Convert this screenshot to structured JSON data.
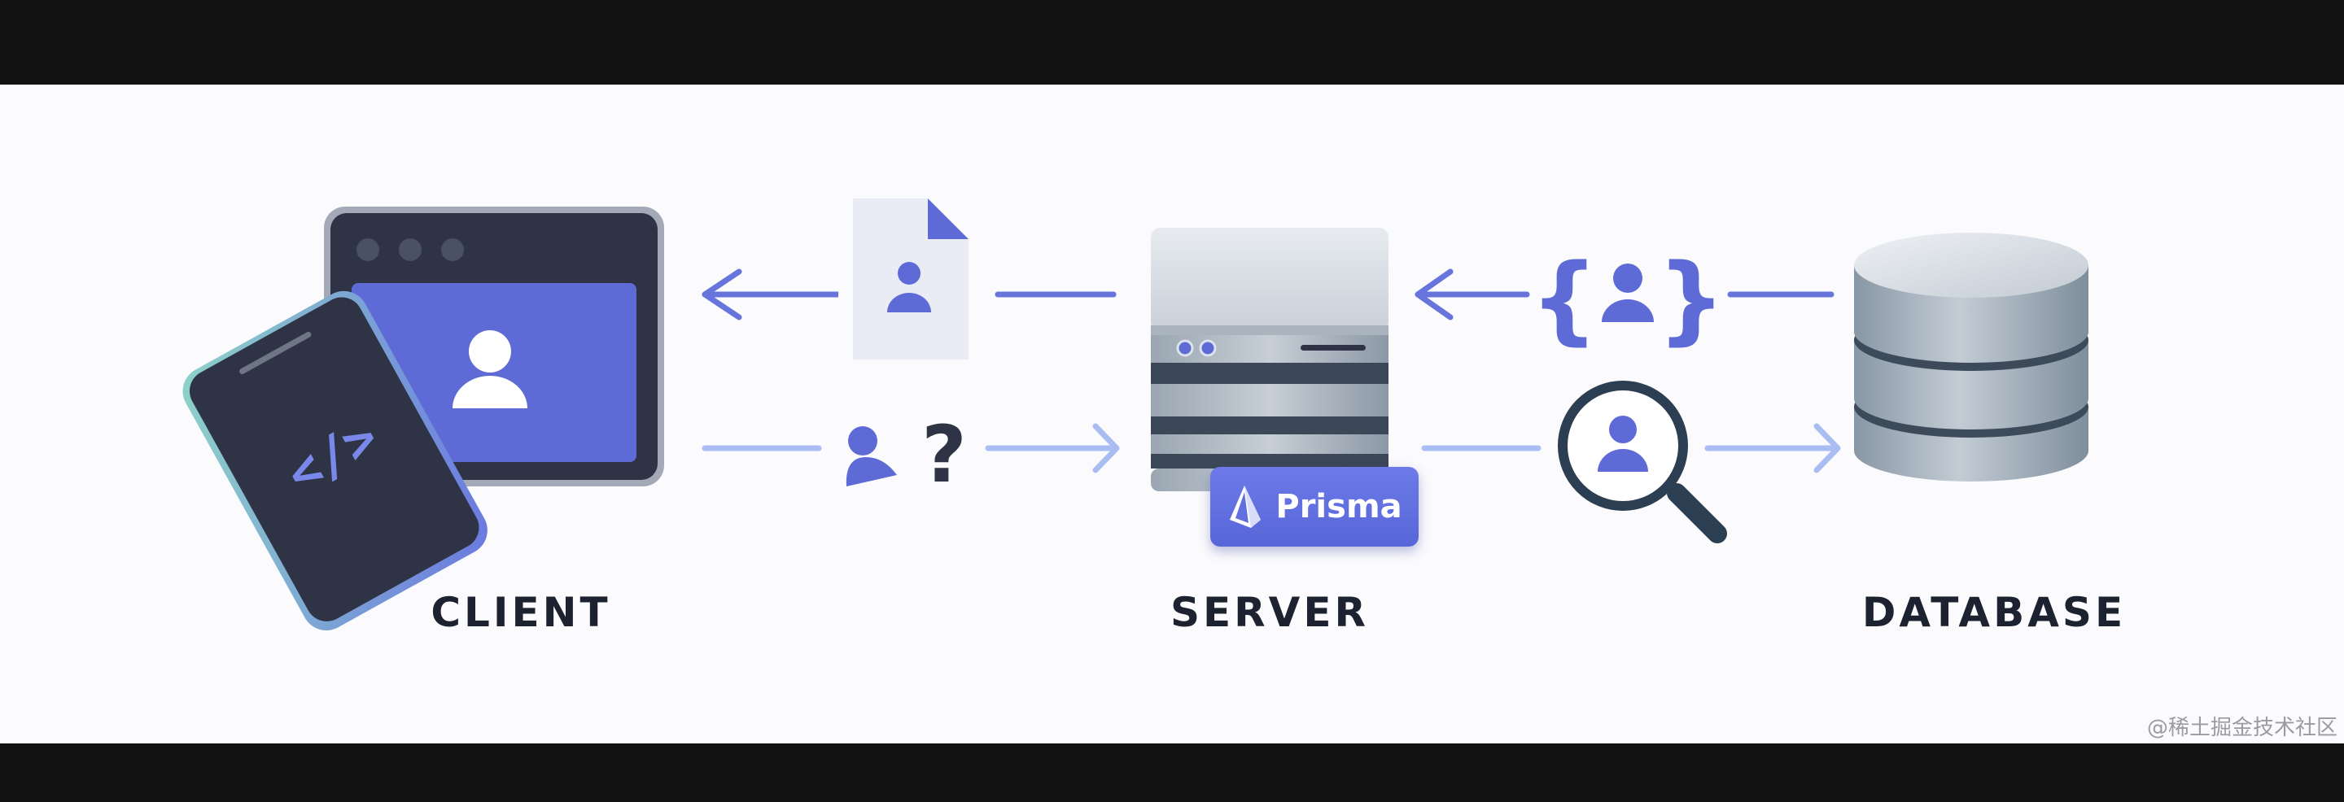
{
  "labels": {
    "client": "CLIENT",
    "server": "SERVER",
    "database": "DATABASE"
  },
  "badge": {
    "text": "Prisma"
  },
  "question_glyph": "?",
  "brace_left": "{",
  "brace_right": "}",
  "code_glyph": "</>",
  "watermark": "@稀土掘金技术社区",
  "colors": {
    "background": "#fbfbfd",
    "frame": "#111111",
    "accent": "#5e6ad6",
    "arrow_light": "#a9bdf2",
    "arrow_dark": "#6674dc",
    "browser": "#2e3445",
    "label": "#1d2230"
  },
  "icons": [
    "browser-window-icon",
    "phone-code-icon",
    "user-document-icon",
    "user-question-icon",
    "server-stack-icon",
    "prisma-logo-icon",
    "json-user-icon",
    "search-user-icon",
    "database-icon"
  ]
}
